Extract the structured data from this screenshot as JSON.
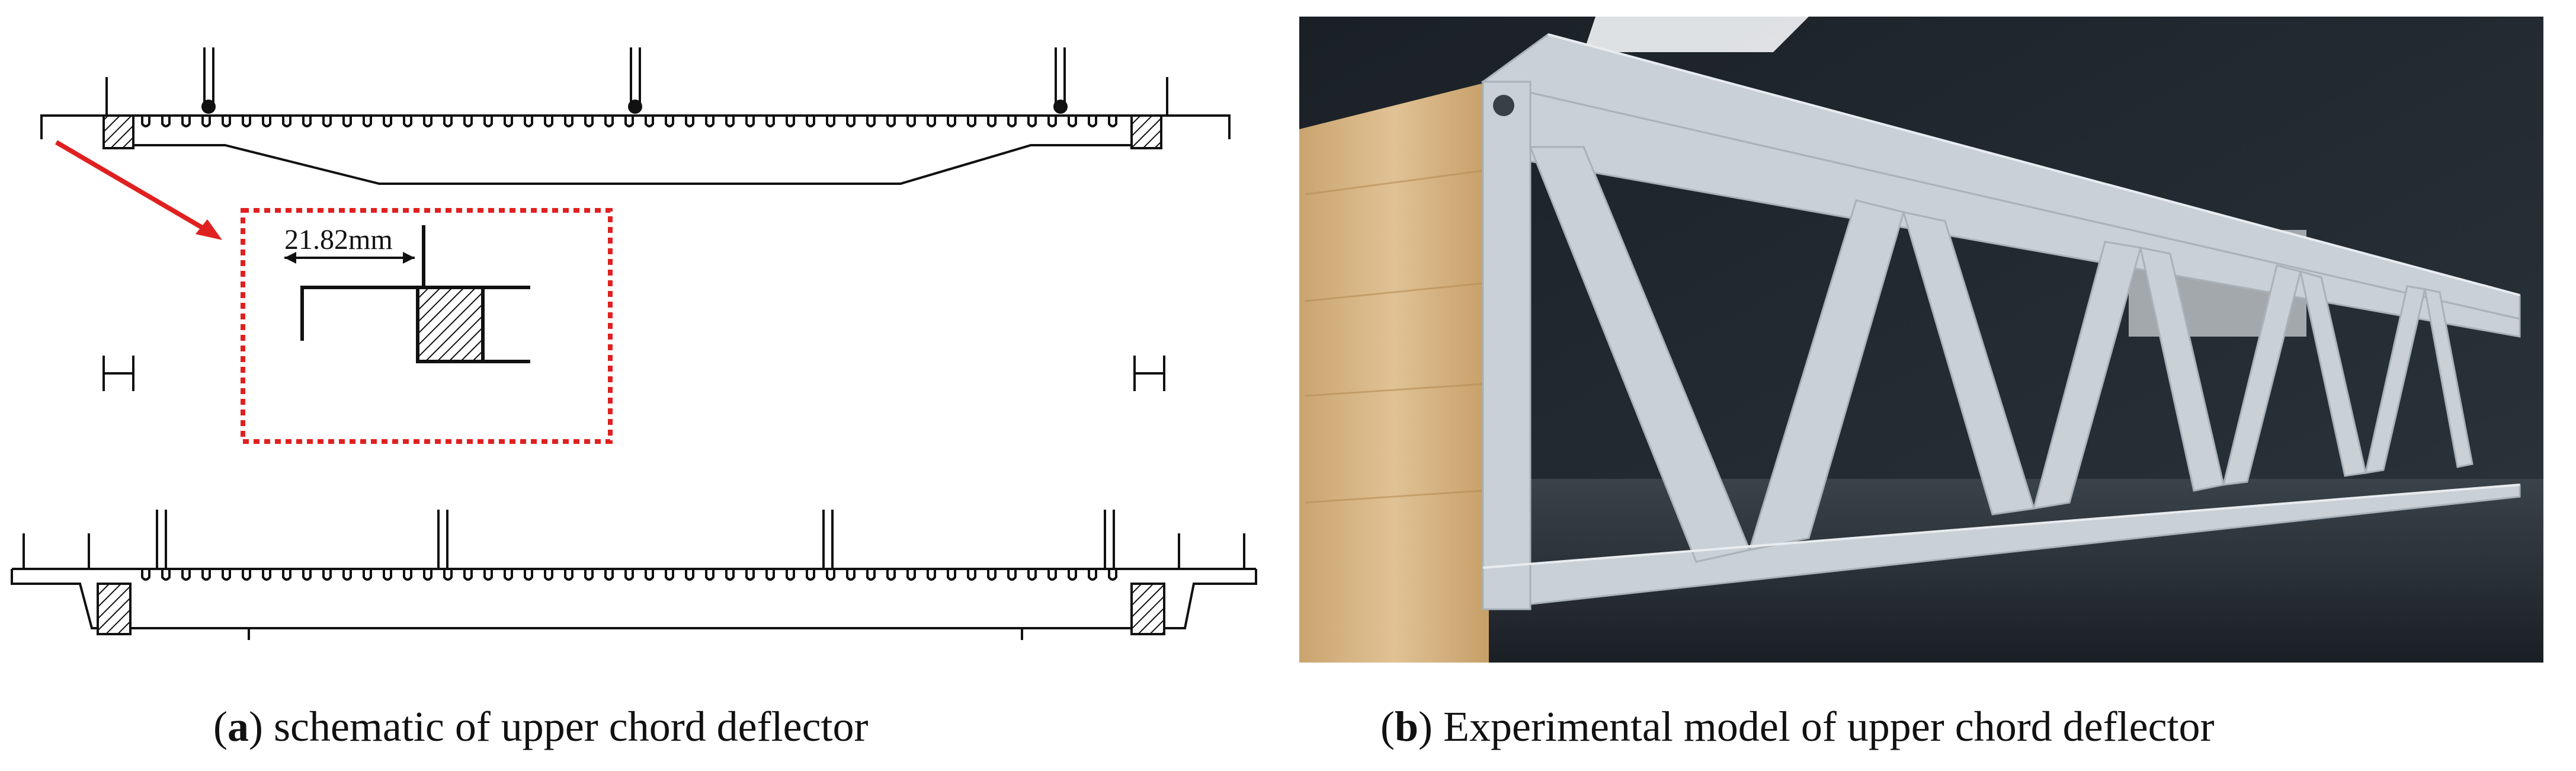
{
  "panel_a": {
    "dimension_label": "21.82mm",
    "caption": {
      "letter": "a",
      "text": " schematic of upper chord deflector"
    }
  },
  "panel_b": {
    "caption": {
      "letter": "b",
      "text": " Experimental model of upper chord deflector"
    }
  },
  "colors": {
    "line": "#111111",
    "highlight": "#e02020",
    "wood": "#d9b98a",
    "model": "#c9d0d6",
    "background_dark": "#1d242b"
  }
}
